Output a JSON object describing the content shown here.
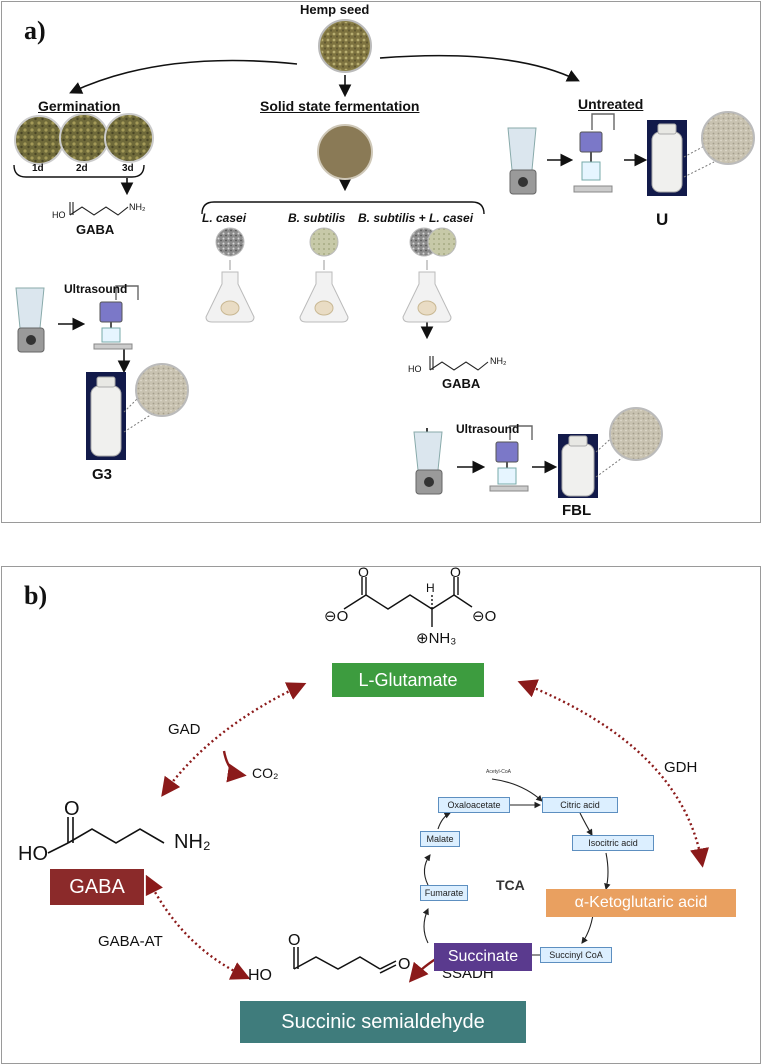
{
  "panel_a": {
    "label": "a)",
    "hemp_seed": "Hemp seed",
    "germination": {
      "heading": "Germination",
      "days": [
        "1d",
        "2d",
        "3d"
      ],
      "product": "GABA",
      "ultrasound": "Ultrasound",
      "sample": "G3"
    },
    "ssf": {
      "heading": "Solid state fermentation",
      "strains": [
        "L. casei",
        "B. subtilis",
        "B. subtilis + L. casei"
      ],
      "product": "GABA",
      "ultrasound": "Ultrasound",
      "sample": "FBL"
    },
    "untreated": {
      "heading": "Untreated",
      "sample": "U"
    },
    "mol_labels": {
      "ho": "HO",
      "nh2": "NH₂"
    }
  },
  "panel_b": {
    "label": "b)",
    "glutamate": {
      "label": "L-Glutamate",
      "color": "#3d9c3f",
      "nh3": "⊕NH₃",
      "o_minus": "⊖O"
    },
    "gaba": {
      "label": "GABA",
      "color": "#8b2a2a",
      "ho": "HO",
      "nh2": "NH₂"
    },
    "akg": {
      "label": "α-Ketoglutaric acid",
      "color": "#e9a060"
    },
    "succinate": {
      "label": "Succinate",
      "color": "#5a3a8e"
    },
    "ssa": {
      "label": "Succinic semialdehyde",
      "color": "#3f7c7c",
      "ho": "HO"
    },
    "enzymes": {
      "gad": "GAD",
      "co2": "CO₂",
      "gdh": "GDH",
      "gaba_at": "GABA-AT",
      "ssadh": "SSADH"
    },
    "tca": {
      "label": "TCA",
      "acetyl": "Acetyl-CoA",
      "nodes": [
        "Oxaloacetate",
        "Citric acid",
        "Isocitric acid",
        "Succinyl CoA",
        "Fumarate",
        "Malate"
      ]
    },
    "arrow_color": "#8b1a1a"
  }
}
